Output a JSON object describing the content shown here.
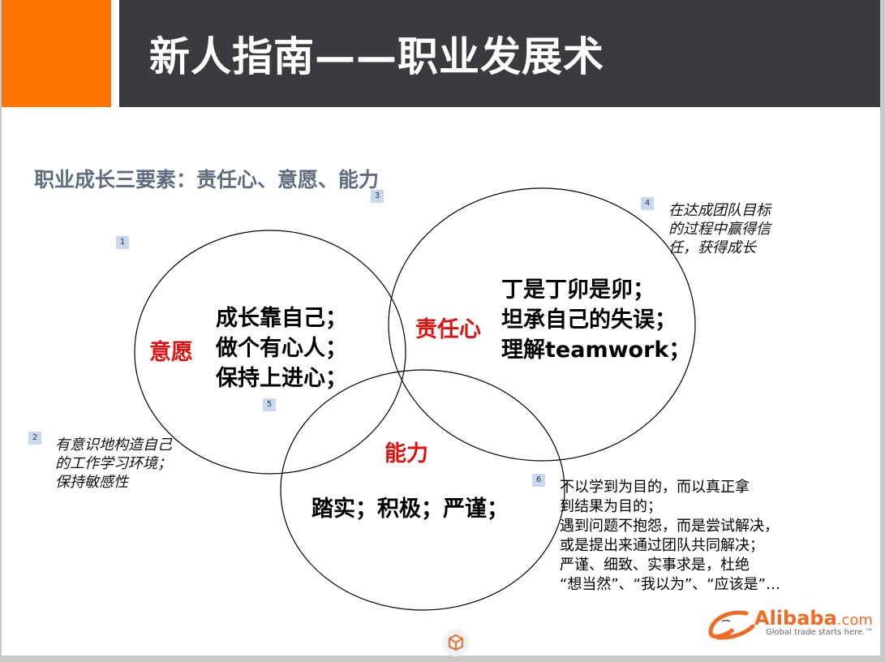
{
  "title": "新人指南——职业发展术",
  "subtitle": "职业成长三要素：责任心、意愿、能力",
  "markers": [
    "1",
    "2",
    "3",
    "4",
    "5",
    "6"
  ],
  "circles": {
    "willingness": {
      "label": "意愿",
      "lines": [
        "成长靠自己；",
        "做个有心人；",
        "保持上进心；"
      ]
    },
    "responsibility": {
      "label": "责任心",
      "lines": [
        "丁是丁卯是卯；",
        "坦承自己的失误；",
        "理解teamwork；"
      ]
    },
    "ability": {
      "label": "能力",
      "lines": [
        "踏实；积极；严谨；"
      ]
    }
  },
  "notes": {
    "responsibility": [
      "在达成团队目标",
      "的过程中赢得信",
      "任，获得成长"
    ],
    "willingness": [
      "有意识地构造自己",
      "的工作学习环境；",
      "保持敏感性"
    ],
    "ability": [
      "不以学到为目的，而以真正拿",
      "到结果为目的；",
      "遇到问题不抱怨，而是尝试解决，",
      "或是提出来通过团队共同解决；",
      "严谨、细致、实事求是，杜绝",
      "“想当然”、“我以为”、“应该是”…"
    ]
  },
  "logo": {
    "brand": "Alibaba",
    "suffix": ".com",
    "tagline": "Global trade starts here.™"
  },
  "colors": {
    "accent": "#ff7300",
    "titlebar": "#3b3a3f",
    "label_red": "#e01010",
    "subtitle": "#5e6e80"
  },
  "icons": [
    "alibaba-logo-icon",
    "cube-app-icon"
  ]
}
